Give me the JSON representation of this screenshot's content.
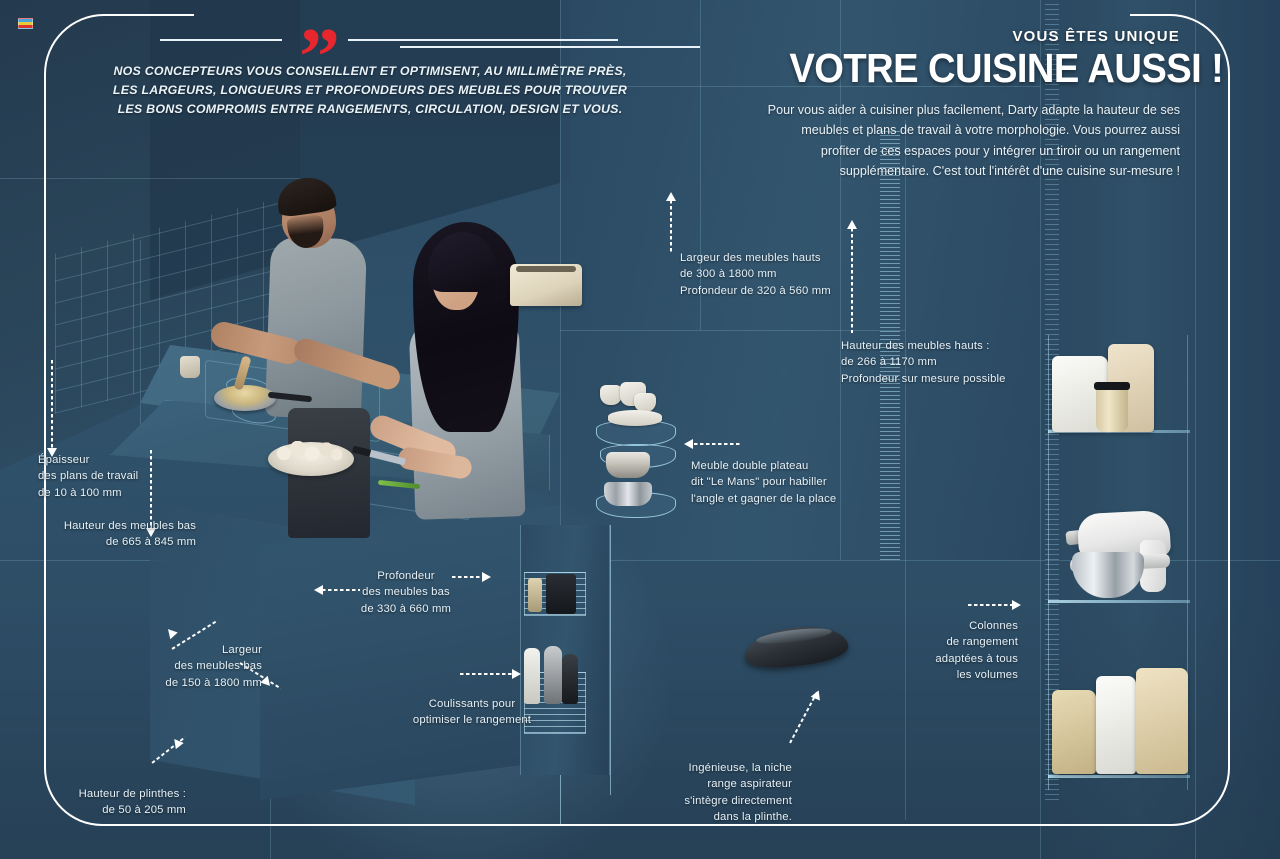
{
  "brand": {
    "logo_chip": "darty-color-chip"
  },
  "quote": {
    "mark": "”",
    "text": "NOS CONCEPTEURS VOUS CONSEILLENT ET OPTIMISENT,\nAU MILLIMÈTRE PRÈS, LES LARGEURS, LONGUEURS ET PROFONDEURS\nDES MEUBLES POUR TROUVER  LES BONS COMPROMIS ENTRE\nRANGEMENTS, CIRCULATION, DESIGN ET VOUS."
  },
  "header": {
    "kicker": "VOUS ÊTES UNIQUE",
    "headline": "VOTRE CUISINE AUSSI !",
    "body": "Pour vous aider à cuisiner plus facilement, Darty adapte la hauteur de ses meubles et plans de travail à votre morphologie. Vous pourrez aussi profiter de ces espaces pour y intégrer un tiroir ou un rangement supplémentaire. C'est tout l'intérêt d'une cuisine sur-mesure !"
  },
  "callouts": [
    {
      "id": "epaisseur-plans-travail",
      "text": "Épaisseur\ndes plans de travail\nde 10 à 100 mm"
    },
    {
      "id": "hauteur-meubles-bas",
      "text": "Hauteur des meubles bas\nde 665 à 845 mm"
    },
    {
      "id": "largeur-meubles-bas",
      "text": "Largeur\ndes meubles bas\nde 150 à 1800 mm"
    },
    {
      "id": "hauteur-plinthes",
      "text": "Hauteur de plinthes :\nde 50 à 205 mm"
    },
    {
      "id": "profondeur-meubles-bas",
      "text": "Profondeur\ndes meubles bas\nde 330 à 660 mm"
    },
    {
      "id": "coulissants",
      "text": "Coulissants pour\noptimiser le rangement"
    },
    {
      "id": "largeur-meubles-hauts",
      "text": "Largeur des meubles hauts\nde 300 à 1800 mm\nProfondeur de 320 à 560 mm"
    },
    {
      "id": "hauteur-meubles-hauts",
      "text": "Hauteur des meubles hauts :\nde 266 à 1170 mm\nProfondeur sur mesure possible"
    },
    {
      "id": "le-mans",
      "text": "Meuble double plateau\ndit \"Le Mans\" pour habiller\nl'angle et gagner de la place"
    },
    {
      "id": "colonnes-rangement",
      "text": "Colonnes\nde rangement\nadaptées à tous\nles volumes"
    },
    {
      "id": "niche-aspirateur",
      "text": "Ingénieuse, la niche\nrange aspirateur\ns'intègre directement\ndans la plinthe."
    }
  ],
  "colors": {
    "background_blue": "#2e4d66",
    "accent_red": "#e8262d",
    "line_white": "#ffffff",
    "text_light": "#e6f1f7"
  },
  "scene": {
    "people": [
      "man-cooking",
      "woman-chopping"
    ],
    "objects": [
      "frying-pan",
      "wooden-spoon",
      "plate-of-mushrooms",
      "chefs-knife",
      "spring-onions",
      "toaster",
      "spice-jar",
      "robot-vacuum",
      "stand-mixer",
      "flour-bags",
      "pasta-bag",
      "glass-jar",
      "stacked-cups",
      "stacked-plates",
      "cooking-pots",
      "pull-out-baskets"
    ]
  }
}
